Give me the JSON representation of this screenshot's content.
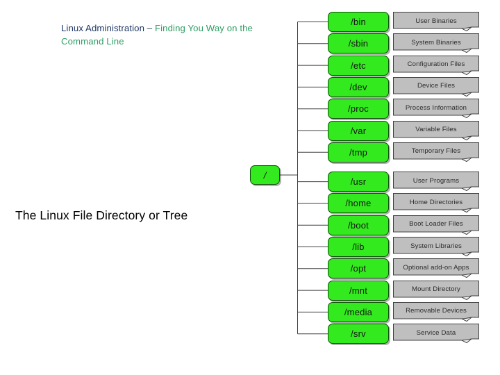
{
  "title": {
    "segment_dark": "Linux Administration – ",
    "segment_green": "Finding You Way on the Command Line",
    "color_dark": "#1F3864",
    "color_green": "#2E9E63"
  },
  "caption": {
    "text": "The Linux File Directory or Tree",
    "color": "#000000"
  },
  "diagram": {
    "type": "tree",
    "root": {
      "label": "/",
      "fill": "#33EA1E",
      "border": "#0E4F08"
    },
    "node_fill": "#33EA1E",
    "node_border": "#0E4F08",
    "note_fill": "#BFBFBF",
    "note_border": "#404040",
    "branches": [
      {
        "dir": "/bin",
        "description": "User Binaries"
      },
      {
        "dir": "/sbin",
        "description": "System Binaries"
      },
      {
        "dir": "/etc",
        "description": "Configuration Files"
      },
      {
        "dir": "/dev",
        "description": "Device Files"
      },
      {
        "dir": "/proc",
        "description": "Process Information"
      },
      {
        "dir": "/var",
        "description": "Variable Files"
      },
      {
        "dir": "/tmp",
        "description": "Temporary Files"
      },
      {
        "dir": "/usr",
        "description": "User Programs"
      },
      {
        "dir": "/home",
        "description": "Home Directories"
      },
      {
        "dir": "/boot",
        "description": "Boot Loader Files"
      },
      {
        "dir": "/lib",
        "description": "System Libraries"
      },
      {
        "dir": "/opt",
        "description": "Optional add-on Apps"
      },
      {
        "dir": "/mnt",
        "description": "Mount Directory"
      },
      {
        "dir": "/media",
        "description": "Removable Devices"
      },
      {
        "dir": "/srv",
        "description": "Service Data"
      }
    ]
  }
}
